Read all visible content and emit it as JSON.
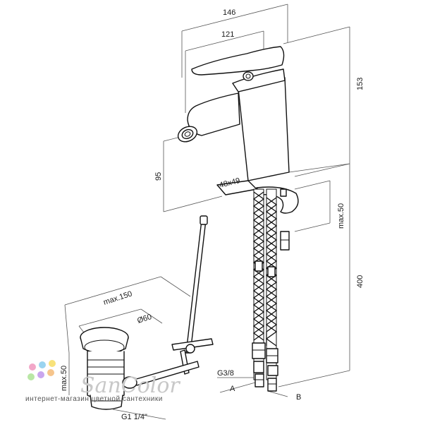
{
  "dimensions": {
    "total_width": "146",
    "handle_width": "121",
    "total_height": "153",
    "spout_height": "95",
    "base_size": "48x49",
    "max_deck": "max.50",
    "hose_length": "400",
    "drain_reach": "max.150",
    "drain_diameter": "Ø60",
    "drain_deck": "max.50",
    "hose_thread": "G3/8",
    "drain_thread": "G1 1/4\""
  },
  "connectors": {
    "a": "A",
    "b": "B"
  },
  "watermark": {
    "brand": "SanColor",
    "tagline": "интернет-магазин цветной сантехники",
    "dot_colors": [
      "#f2a7c8",
      "#9ad4f0",
      "#f8e27a",
      "#b9e7a5",
      "#c9a6ee",
      "#f6c58c"
    ]
  }
}
